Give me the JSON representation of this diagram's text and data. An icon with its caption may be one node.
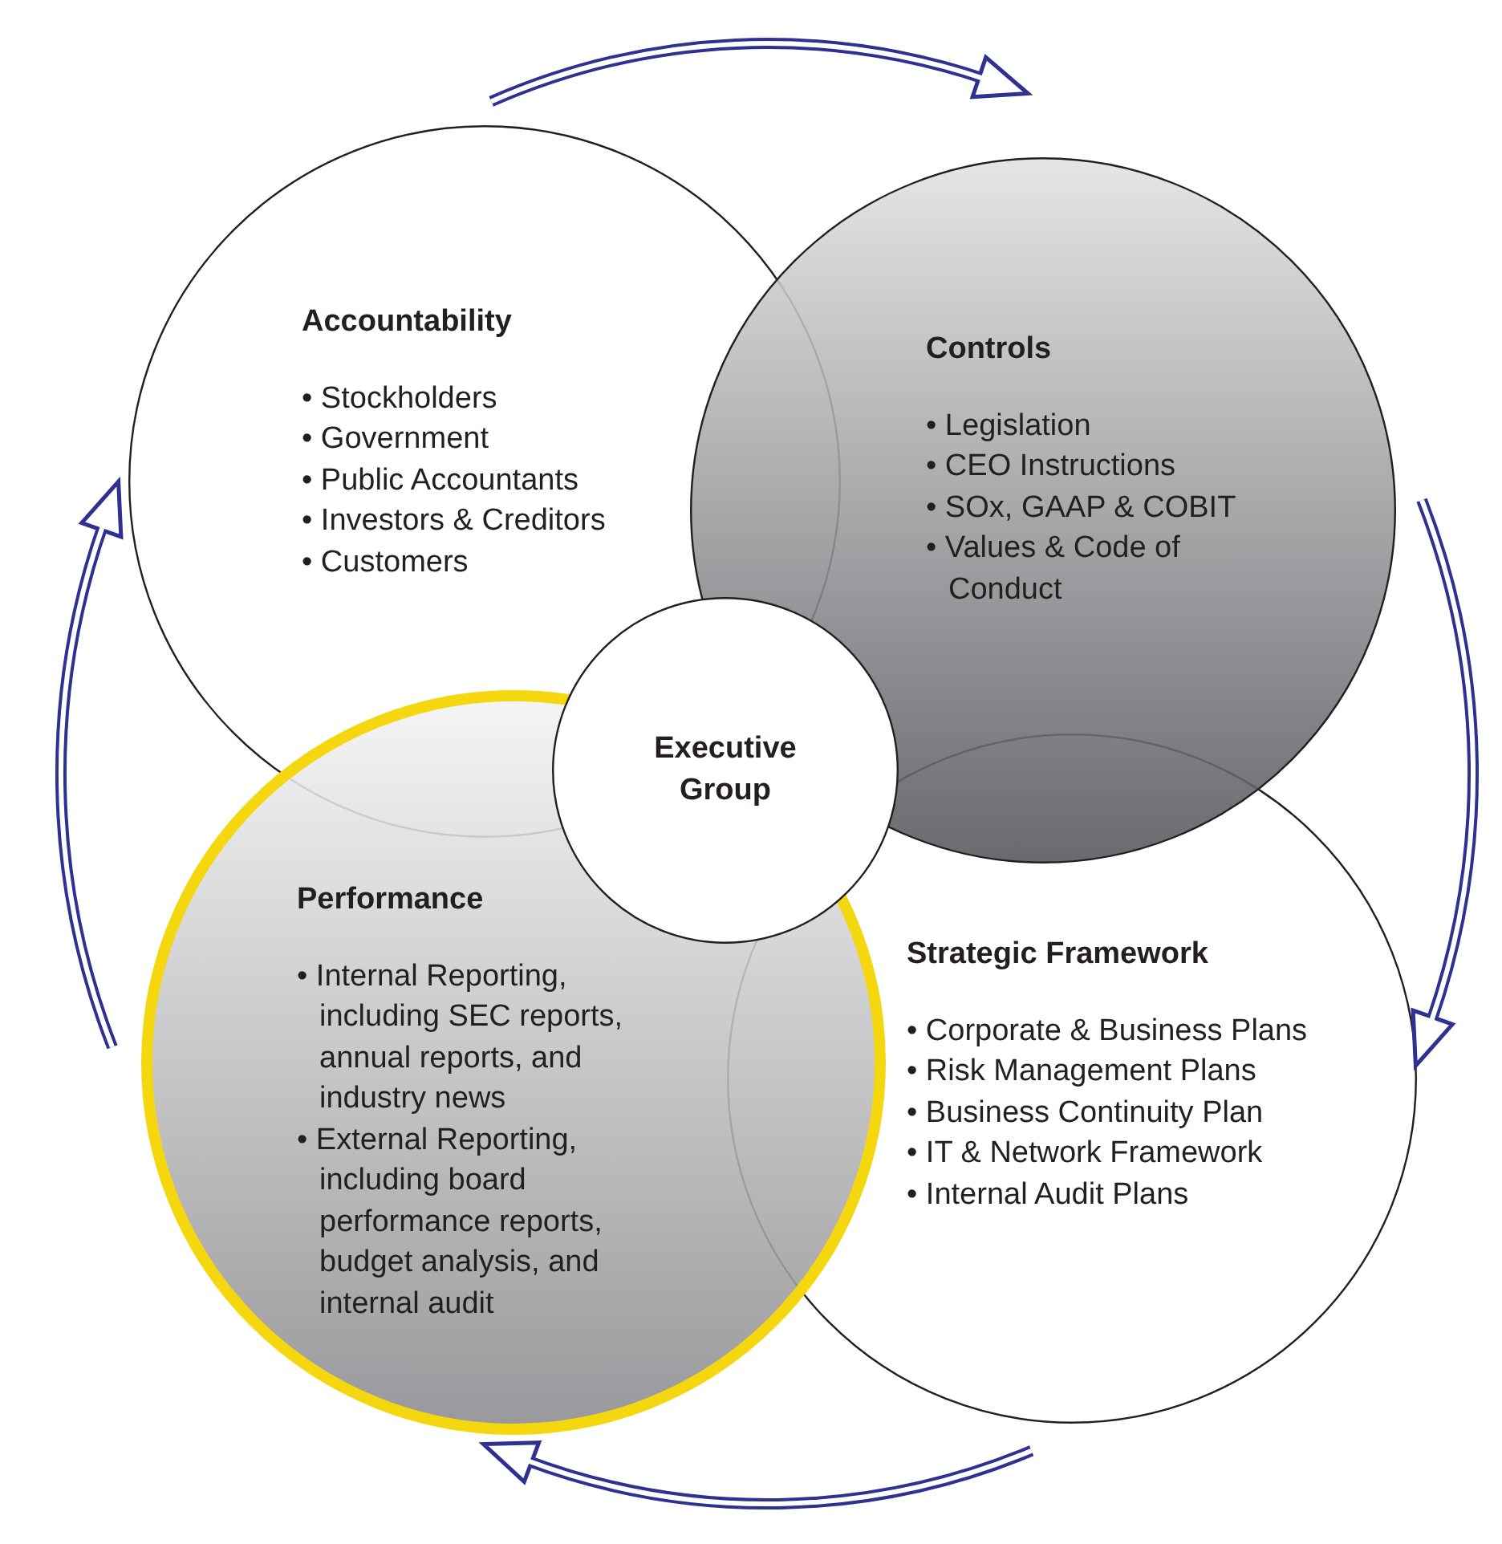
{
  "diagram": {
    "nodes": [
      {
        "text": [
          "Accountability",
          "• Stockholders",
          "• Government",
          "• Public Accountants",
          "• Investors & Creditors",
          "• Customers"
        ]
      },
      {
        "text": [
          "Controls",
          "• Legislation",
          "• CEO Instructions",
          "• SOx, GAAP & COBIT",
          "• Values & Code of Conduct"
        ]
      },
      {
        "text": [
          "Executive Group"
        ]
      },
      {
        "text": [
          "Performance",
          "• Internal Reporting, including SEC reports, annual reports, and industry news",
          "• External Reporting, including board performance reports, budget analysis, and internal audit"
        ]
      },
      {
        "text": [
          "Strategic Framework",
          "• Corporate & Business Plans",
          "• Risk Management Plans",
          "• Business Continuity Plan",
          "• IT & Network Framework",
          "• Internal Audit Plans"
        ]
      }
    ],
    "edges": [
      {
        "from": 0,
        "to": 1,
        "arrow": "to"
      },
      {
        "from": 1,
        "to": 4,
        "arrow": "to"
      },
      {
        "from": 4,
        "to": 3,
        "arrow": "to"
      },
      {
        "from": 3,
        "to": 0,
        "arrow": "to"
      }
    ]
  }
}
